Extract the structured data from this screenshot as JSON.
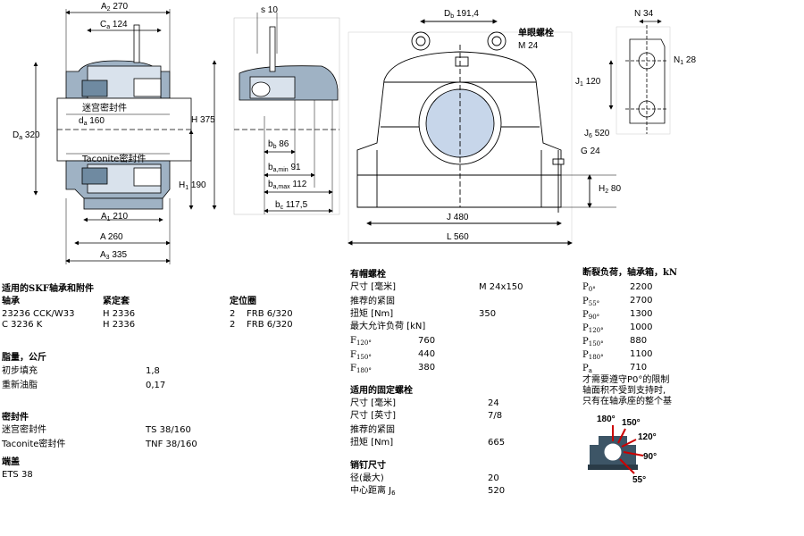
{
  "dims": {
    "a2": "A",
    "a2_sub": "2",
    "a2_val": "270",
    "ca": "C",
    "ca_sub": "a",
    "ca_val": "124",
    "da_big": "D",
    "da_big_sub": "a",
    "da_big_val": "320",
    "da_small": "d",
    "da_small_sub": "a",
    "da_small_val": "160",
    "h": "H",
    "h_val": "375",
    "h1": "H",
    "h1_sub": "1",
    "h1_val": "190",
    "a1": "A",
    "a1_sub": "1",
    "a1_val": "210",
    "a": "A",
    "a_val": "260",
    "a3": "A",
    "a3_sub": "3",
    "a3_val": "335",
    "s": "s",
    "s_val": "10",
    "bb": "b",
    "bb_sub": "b",
    "bb_val": "86",
    "bamin": "b",
    "bamin_sub": "a,min",
    "bamin_val": "91",
    "bamax": "b",
    "bamax_sub": "a,max",
    "bamax_val": "112",
    "bc": "b",
    "bc_sub": "c",
    "bc_val": "117,5",
    "db": "D",
    "db_sub": "b",
    "db_val": "191,4",
    "eyebolt": "单眼螺栓",
    "eyebolt_val": "M 24",
    "g": "G",
    "g_val": "24",
    "h2": "H",
    "h2_sub": "2",
    "h2_val": "80",
    "j": "J",
    "j_val": "480",
    "l": "L",
    "l_val": "560",
    "n": "N",
    "n_val": "34",
    "n1": "N",
    "n1_sub": "1",
    "n1_val": "28",
    "j1": "J",
    "j1_sub": "1",
    "j1_val": "120",
    "j6": "J",
    "j6_sub": "6",
    "j6_val": "520",
    "lab_labyrinth": "迷宫密封件",
    "lab_taconite": "Taconite密封件"
  },
  "col1": {
    "heading": "适用的SKF轴承和附件",
    "th_bearing": "轴承",
    "th_sleeve": "紧定套",
    "th_ring": "定位圈",
    "rows": [
      {
        "bearing": "23236 CCK/W33",
        "sleeve": "H 2336",
        "qty": "2",
        "ring": "FRB 6/320"
      },
      {
        "bearing": "C 3236 K",
        "sleeve": "H 2336",
        "qty": "2",
        "ring": "FRB 6/320"
      }
    ],
    "grease_heading": "脂量，公斤",
    "grease_initial": "初步填充",
    "grease_initial_val": "1,8",
    "grease_relub": "重新油脂",
    "grease_relub_val": "0,17",
    "seals_heading": "密封件",
    "seal_lab": "迷宫密封件",
    "seal_lab_val": "TS 38/160",
    "seal_tac": "Taconite密封件",
    "seal_tac_val": "TNF 38/160",
    "endcover_heading": "端盖",
    "endcover_val": "ETS 38"
  },
  "col2": {
    "capbolt_heading": "有帽螺栓",
    "size": "尺寸 [毫米]",
    "size_val": "M 24x150",
    "torque_rec": "推荐的紧固",
    "torque": "扭矩 [Nm]",
    "torque_val": "350",
    "maxload": "最大允许负荷 [kN]",
    "f120": "F",
    "f120_sub": "120°",
    "f120_val": "760",
    "f150": "F",
    "f150_sub": "150°",
    "f150_val": "440",
    "f180": "F",
    "f180_sub": "180°",
    "f180_val": "380",
    "fix_heading": "适用的固定螺栓",
    "fix_size_mm": "尺寸 [毫米]",
    "fix_size_mm_val": "24",
    "fix_size_in": "尺寸 [英寸]",
    "fix_size_in_val": "7/8",
    "fix_torque_rec": "推荐的紧固",
    "fix_torque": "扭矩 [Nm]",
    "fix_torque_val": "665",
    "dowel_heading": "销钉尺寸",
    "dowel_dia": "径(最大)",
    "dowel_dia_val": "20",
    "dowel_dist": "中心距离 J",
    "dowel_dist_sub": "6",
    "dowel_dist_val": "520"
  },
  "col3": {
    "heading": "断裂负荷，轴承箱，kN",
    "loads": [
      {
        "sym": "P",
        "sub": "0°",
        "val": "2200"
      },
      {
        "sym": "P",
        "sub": "55°",
        "val": "2700"
      },
      {
        "sym": "P",
        "sub": "90°",
        "val": "1300"
      },
      {
        "sym": "P",
        "sub": "120°",
        "val": "1000"
      },
      {
        "sym": "P",
        "sub": "150°",
        "val": "880"
      },
      {
        "sym": "P",
        "sub": "180°",
        "val": "1100"
      },
      {
        "sym": "P",
        "sub": "a",
        "val": "710"
      }
    ],
    "note1": "才需要遵守P0°的限制",
    "note2": "轴面积不受到支持时,",
    "note3": "只有在轴承座的整个基",
    "ang180": "180°",
    "ang150": "150°",
    "ang120": "120°",
    "ang90": "90°",
    "ang55": "55°"
  },
  "colors": {
    "housing": "#9fb2c4",
    "shaft": "#c7d6ea",
    "load_red": "#cc0000",
    "icon_body": "#3d5566"
  }
}
